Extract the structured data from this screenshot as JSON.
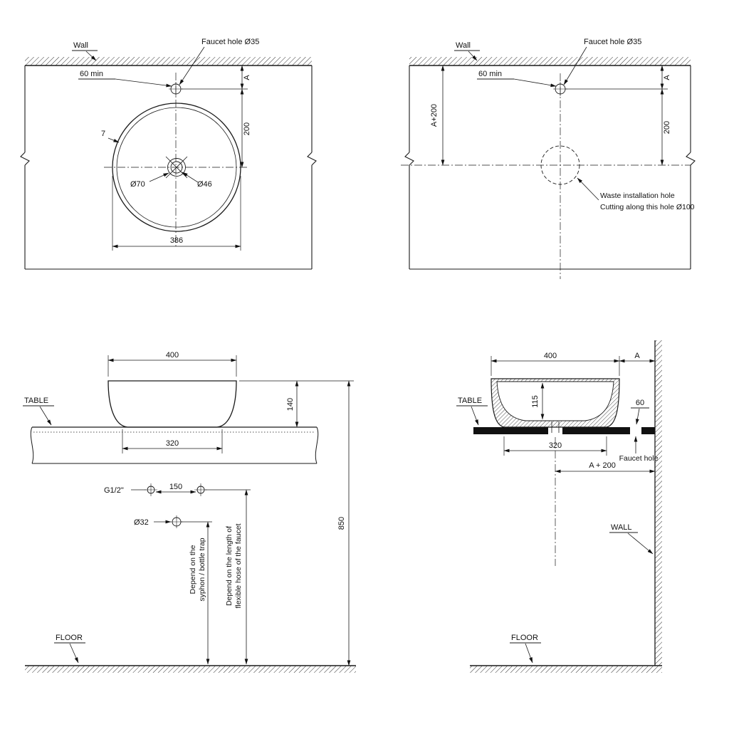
{
  "top_view": {
    "wall": "Wall",
    "faucet_hole": "Faucet hole Ø35",
    "min60": "60 min",
    "dim_a": "A",
    "dim_200": "200",
    "dim_7": "7",
    "dia70": "Ø70",
    "dia46": "Ø46",
    "dim_386": "386"
  },
  "cutout_view": {
    "wall": "Wall",
    "faucet_hole": "Faucet hole Ø35",
    "min60": "60 min",
    "dim_a": "A",
    "dim_200": "200",
    "dim_a200": "A+200",
    "waste_line1": "Waste installation hole",
    "waste_line2": "Cutting along this hole Ø100"
  },
  "front_view": {
    "table": "TABLE",
    "floor": "FLOOR",
    "dim_400": "400",
    "dim_140": "140",
    "dim_320": "320",
    "dim_850": "850",
    "dim_150": "150",
    "g12": "G1/2\"",
    "dia32": "Ø32",
    "syphon_line1": "Depend on the",
    "syphon_line2": "syphon / bottle trap",
    "hose_line1": "Depend on the length of",
    "hose_line2": "flexible hose of the faucet"
  },
  "side_view": {
    "table": "TABLE",
    "wall": "WALL",
    "floor": "FLOOR",
    "dim_400": "400",
    "dim_a": "A",
    "dim_115": "115",
    "dim_60": "60",
    "dim_320": "320",
    "dim_a200": "A + 200",
    "faucet_hole": "Faucet hole"
  }
}
